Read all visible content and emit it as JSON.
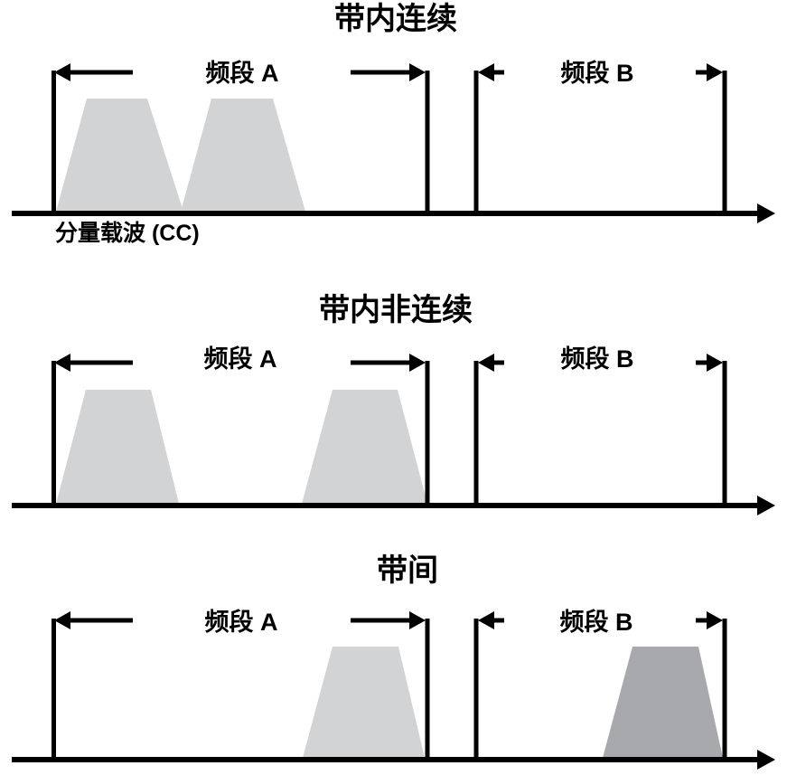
{
  "colors": {
    "line": "#000000",
    "carrier_light": "#d1d3d4",
    "carrier_dark": "#a7a9ac",
    "background": "#ffffff"
  },
  "sections": [
    {
      "title": "带内连续",
      "band_a_label": "频段 A",
      "band_b_label": "频段 B",
      "cc_label": "分量载波 (CC)"
    },
    {
      "title": "带内非连续",
      "band_a_label": "频段 A",
      "band_b_label": "频段 B"
    },
    {
      "title": "带间",
      "band_a_label": "频段 A",
      "band_b_label": "频段 B"
    }
  ]
}
